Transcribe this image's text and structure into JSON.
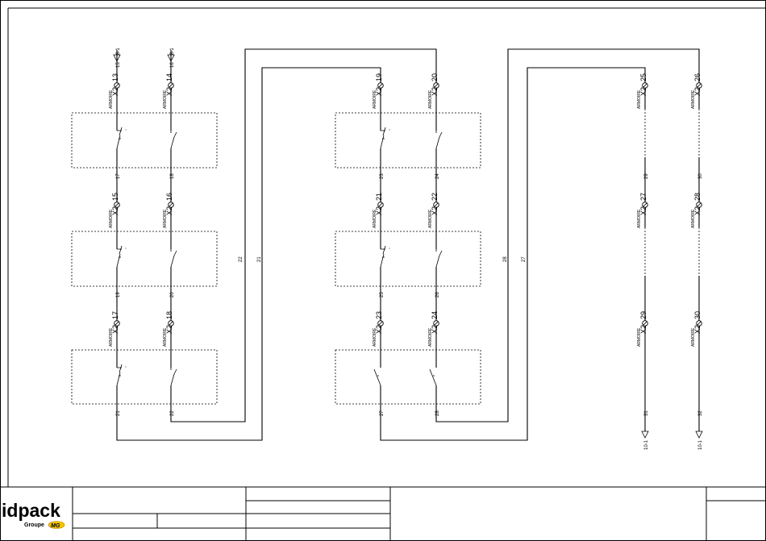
{
  "brand": {
    "logo_main": "idpack",
    "logo_sub": "Groupe",
    "logo_group": "MG"
  },
  "offpage_refs": {
    "top_left_1": "8-1",
    "top_left_2": "8-1",
    "bottom_1": "10-1",
    "bottom_2": "10-1"
  },
  "wires": {
    "c1": [
      "15",
      "17",
      "19",
      "21"
    ],
    "c2": [
      "16",
      "18",
      "20",
      "22"
    ],
    "c3": [
      "23",
      "25",
      "27"
    ],
    "c4": [
      "24",
      "26",
      "28"
    ],
    "c5": [
      "29",
      "31"
    ],
    "c6": [
      "30",
      "32"
    ],
    "loop_a": [
      "22",
      "21"
    ],
    "loop_b": [
      "28",
      "27"
    ]
  },
  "terminal_strip_top": "ARMOIRE",
  "terminal_strip_bottom": "X2",
  "terminals": {
    "c1": [
      "13",
      "15",
      "17"
    ],
    "c2": [
      "14",
      "16",
      "18"
    ],
    "c3": [
      "19",
      "21",
      "23"
    ],
    "c4": [
      "20",
      "22",
      "24"
    ],
    "c5": [
      "25",
      "27",
      "29"
    ],
    "c6": [
      "26",
      "28",
      "30"
    ]
  }
}
